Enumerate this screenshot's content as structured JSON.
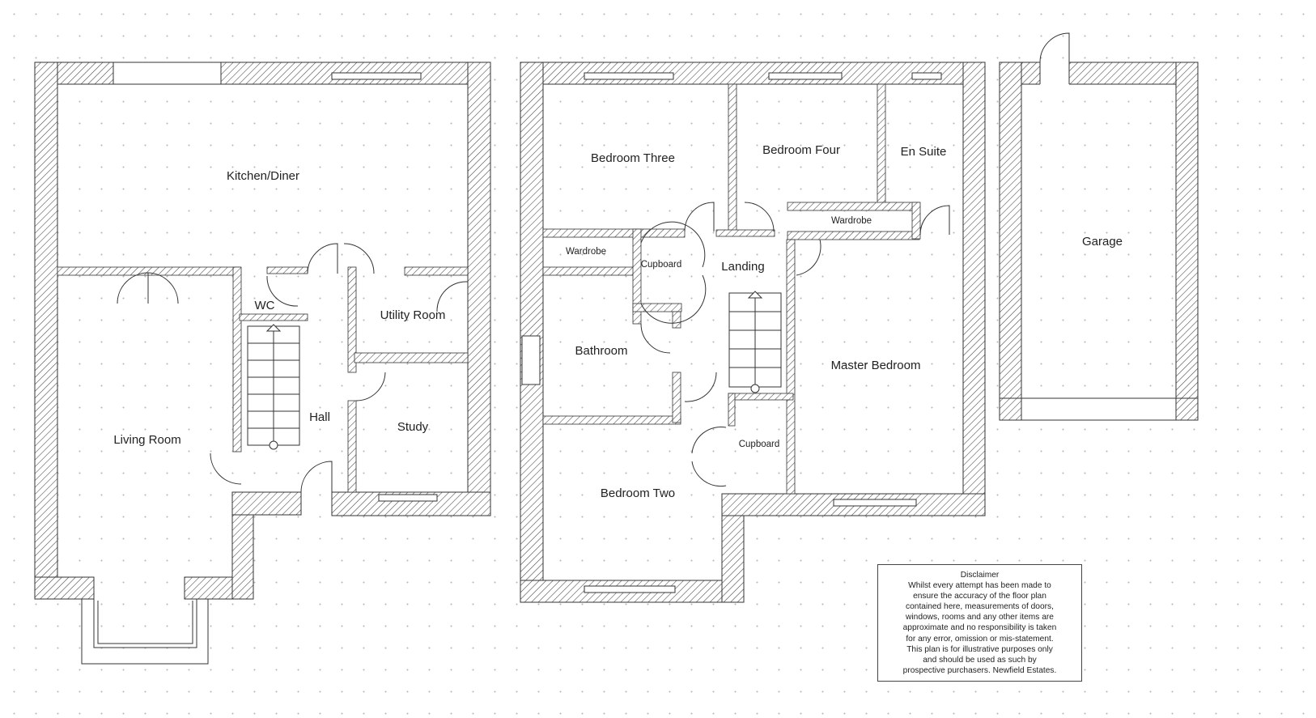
{
  "ground_floor": {
    "rooms": {
      "kitchen": "Kitchen/Diner",
      "living": "Living Room",
      "wc": "WC",
      "hall": "Hall",
      "utility": "Utility Room",
      "study": "Study"
    }
  },
  "first_floor": {
    "rooms": {
      "bedroom_three": "Bedroom Three",
      "bedroom_four": "Bedroom Four",
      "en_suite": "En Suite",
      "wardrobe_left": "Wardrobe",
      "wardrobe_right": "Wardrobe",
      "cupboard_top": "Cupboard",
      "landing": "Landing",
      "bathroom": "Bathroom",
      "master_bedroom": "Master Bedroom",
      "cupboard_bottom": "Cupboard",
      "bedroom_two": "Bedroom Two"
    }
  },
  "garage": {
    "label": "Garage"
  },
  "disclaimer": {
    "title": "Disclaimer",
    "lines": [
      "Whilst every attempt has been made to",
      "ensure the accuracy of the floor plan",
      "contained here, measurements of doors,",
      "windows, rooms and any other items are",
      "approximate and no responsibility is taken",
      "for any error, omission or mis-statement.",
      "This plan is for illustrative purposes only",
      "and should be used as such by",
      "prospective purchasers. Newfield Estates."
    ]
  }
}
